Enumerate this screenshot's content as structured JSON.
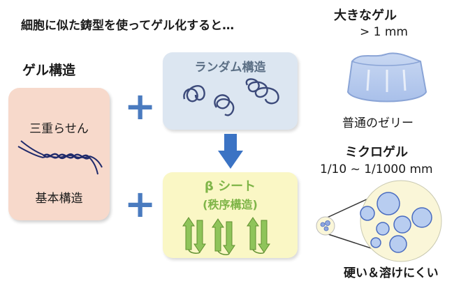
{
  "title": "細胞に似た鋳型を使ってゲル化すると…",
  "gel_structure": {
    "heading": "ゲル構造",
    "triple_helix": "三重らせん",
    "basic_structure": "基本構造"
  },
  "random_structure": {
    "label": "ランダム構造"
  },
  "beta_sheet": {
    "label": "β シート",
    "sublabel": "(秩序構造)"
  },
  "large_gel": {
    "heading": "大きなゲル",
    "size": "> 1 mm",
    "example": "普通のゼリー"
  },
  "micro_gel": {
    "heading": "ミクロゲル",
    "size": "1/10 ~ 1/1000 mm",
    "property": "硬い＆溶けにくい"
  },
  "colors": {
    "plus": "#4a7bbf",
    "arrow": "#3b73c4",
    "pink_box": "#f7d9cb",
    "blue_box": "#dce6f1",
    "yellow_box": "#faf7c5",
    "beta_text": "#7fb548",
    "random_text": "#5b6f85",
    "bubble": "#b8cdf0"
  }
}
